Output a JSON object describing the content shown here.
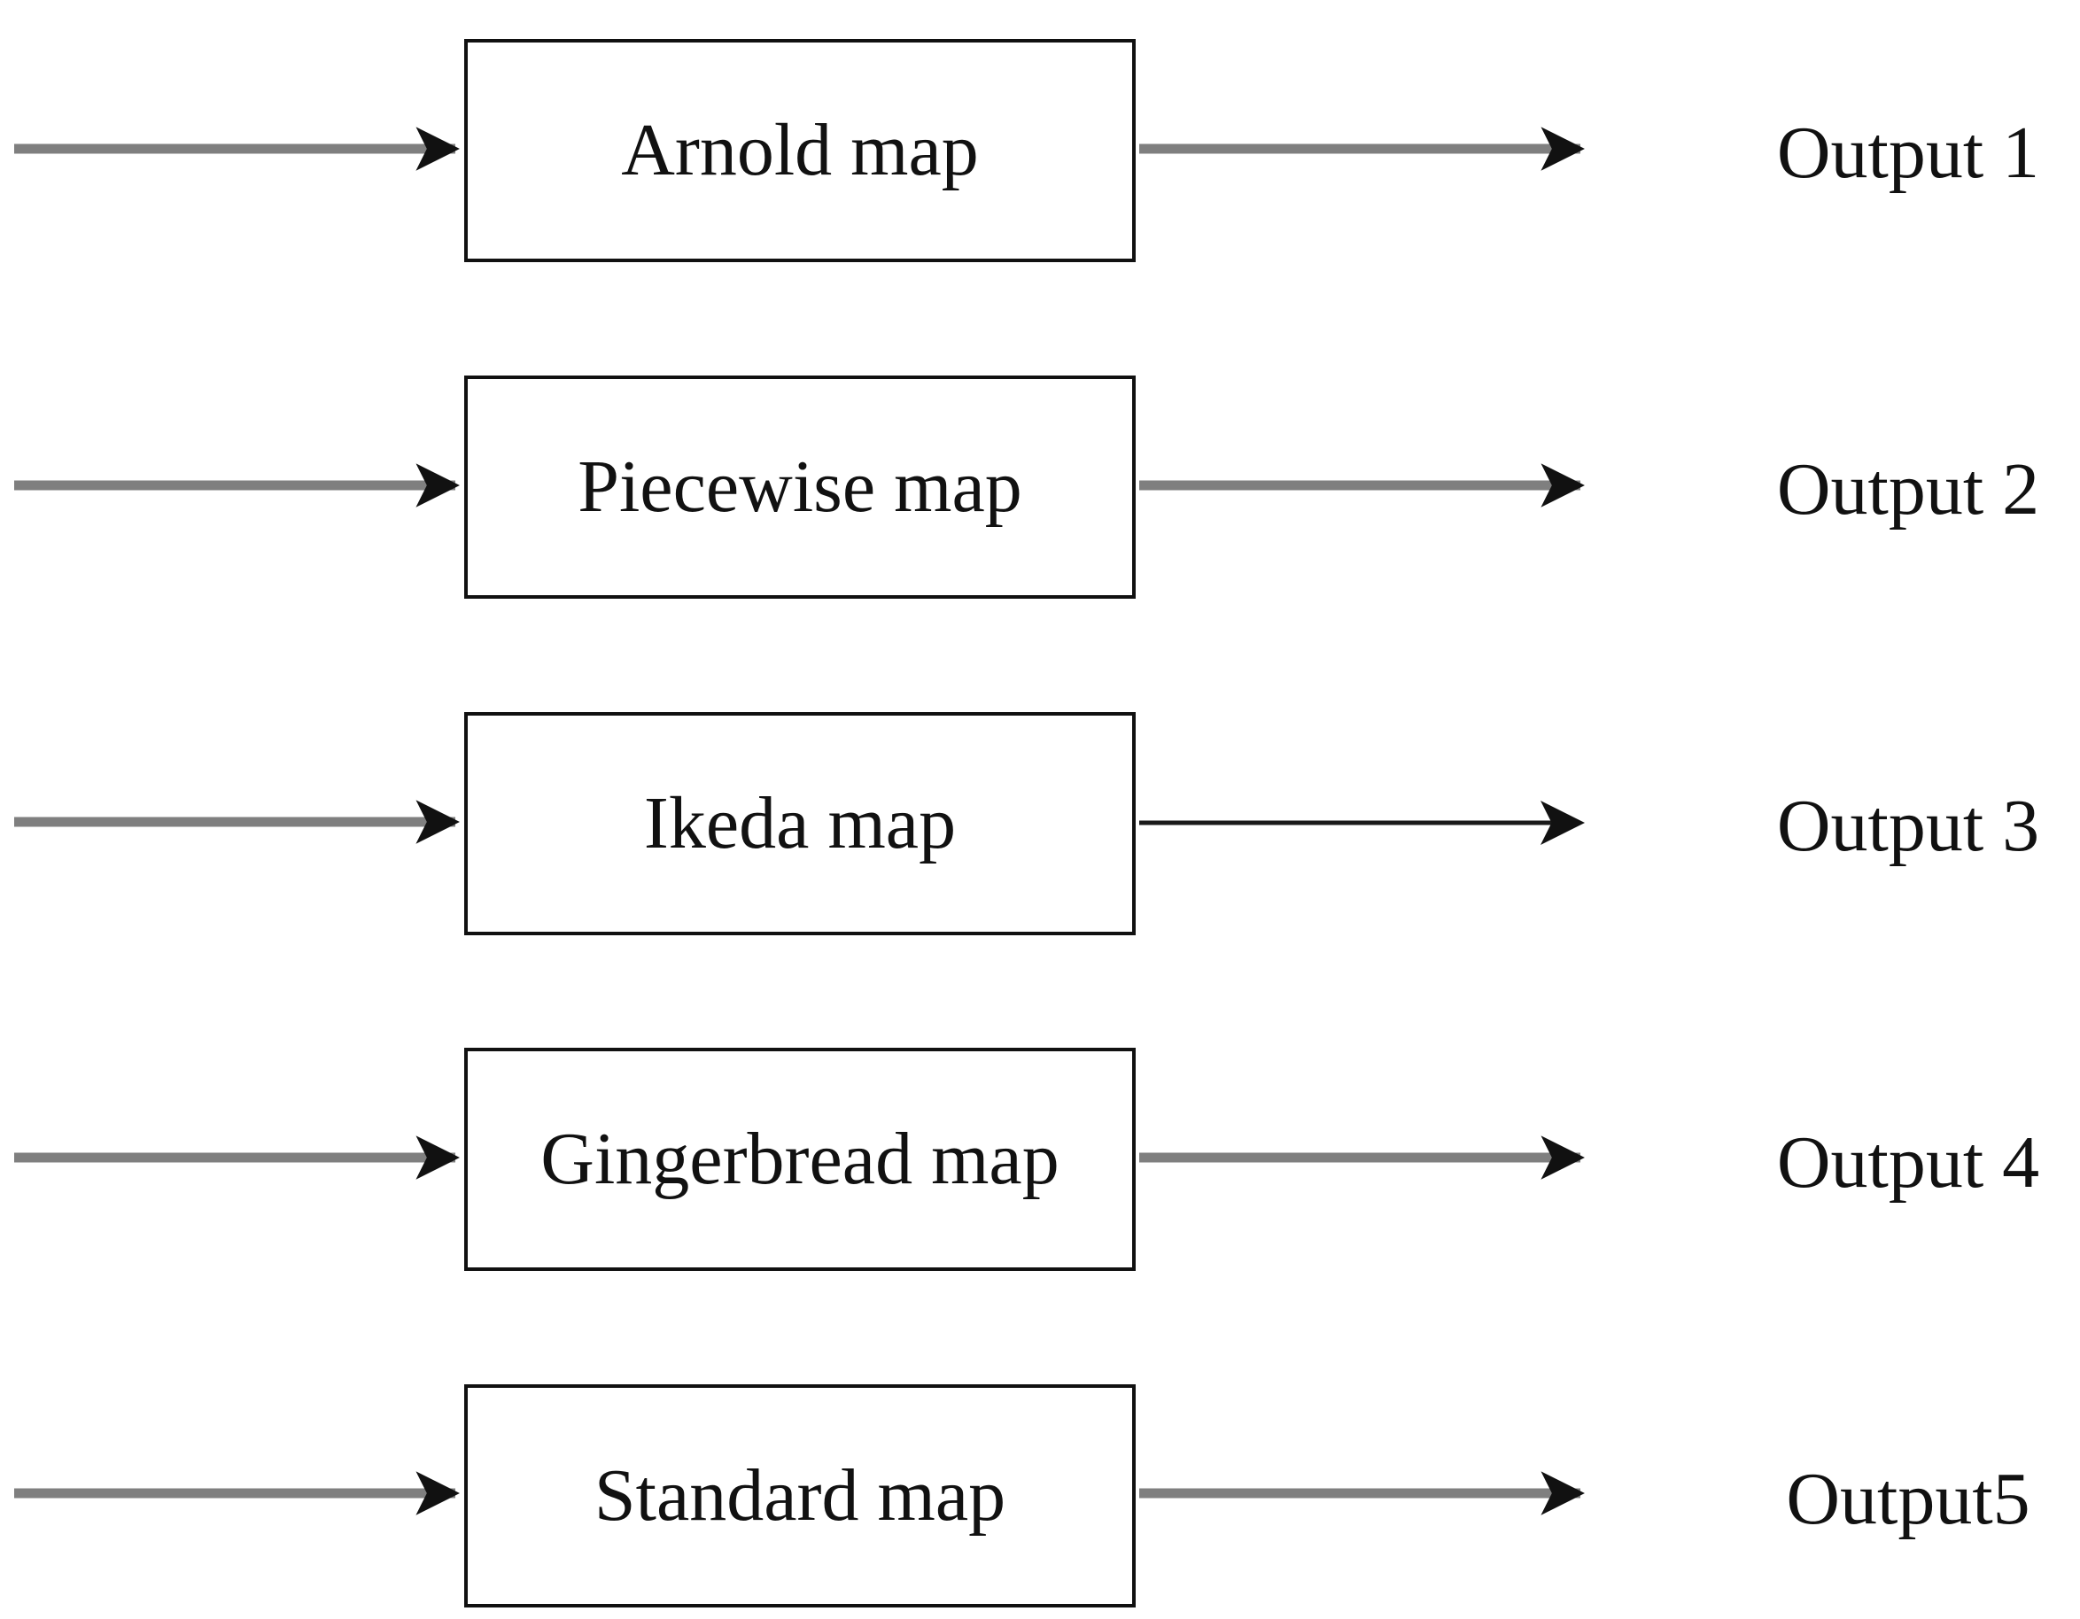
{
  "diagram": {
    "rows": [
      {
        "map": "Arnold map",
        "output": "Output 1"
      },
      {
        "map": "Piecewise map",
        "output": "Output 2"
      },
      {
        "map": "Ikeda map",
        "output": "Output 3"
      },
      {
        "map": "Gingerbread map",
        "output": "Output 4"
      },
      {
        "map": "Standard map",
        "output": "Output5"
      }
    ]
  },
  "colors": {
    "line_gray": "#7f7f7f",
    "line_dark": "#1a1a1a",
    "box_border": "#111111",
    "arrowhead": "#111111"
  }
}
